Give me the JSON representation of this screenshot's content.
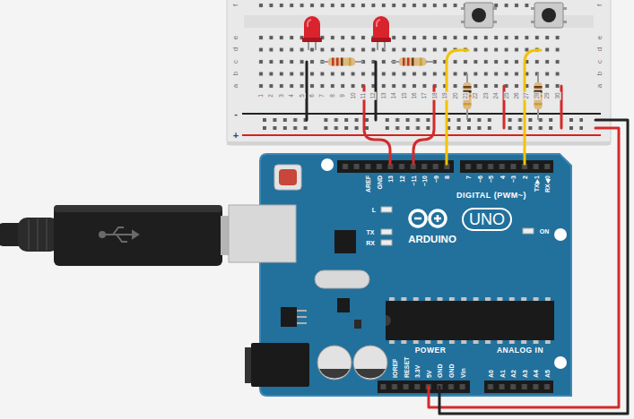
{
  "diagram": {
    "nodes": [
      {
        "text": [
          "UNO"
        ]
      }
    ],
    "labels": [
      "f",
      "e",
      "d",
      "c",
      "b",
      "a",
      "f",
      "e",
      "d",
      "c",
      "b",
      "a",
      "1",
      "2",
      "3",
      "4",
      "5",
      "6",
      "7",
      "8",
      "9",
      "10",
      "11",
      "12",
      "13",
      "14",
      "15",
      "16",
      "17",
      "18",
      "19",
      "20",
      "21",
      "22",
      "23",
      "24",
      "25",
      "26",
      "27",
      "28",
      "29",
      "30",
      "-",
      "+",
      "AREF",
      "GND",
      "13",
      "12",
      "~11",
      "~10",
      "~9",
      "8",
      "7",
      "~6",
      "~5",
      "4",
      "~3",
      "2",
      "TX▶1",
      "RX◀0",
      "DIGITAL (PWM~)",
      "L",
      "TX",
      "RX",
      "ARDUINO",
      "ON",
      "POWER",
      "ANALOG IN",
      "IOREF",
      "RESET",
      "3.3V",
      "5V",
      "GND",
      "GND",
      "Vin",
      "A0",
      "A1",
      "A2",
      "A3",
      "A4",
      "A5"
    ]
  }
}
